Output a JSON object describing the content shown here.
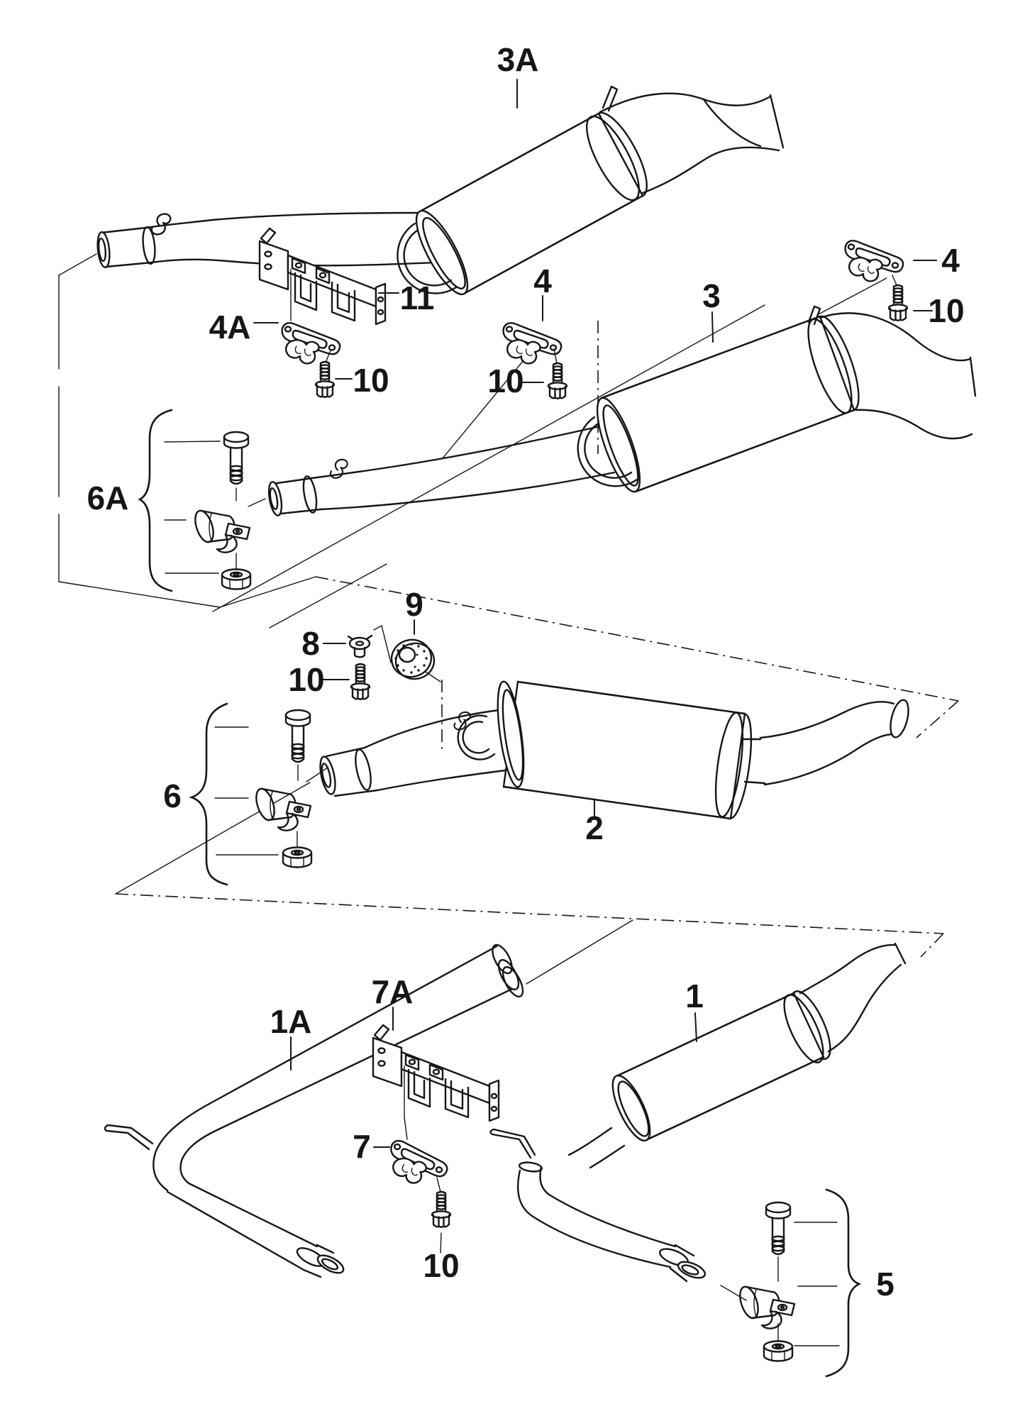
{
  "diagram": {
    "figure_type": "exploded-exhaust-system-parts-diagram",
    "colors": {
      "ink": "#161616",
      "paper": "#ffffff"
    },
    "labels": [
      {
        "id": "label-3A",
        "text": "3A"
      },
      {
        "id": "label-11",
        "text": "11"
      },
      {
        "id": "label-4A",
        "text": "4A"
      },
      {
        "id": "label-10-topleft",
        "text": "10"
      },
      {
        "id": "label-4-middle",
        "text": "4"
      },
      {
        "id": "label-10-middle",
        "text": "10"
      },
      {
        "id": "label-3",
        "text": "3"
      },
      {
        "id": "label-4-right",
        "text": "4"
      },
      {
        "id": "label-10-right",
        "text": "10"
      },
      {
        "id": "label-6A",
        "text": "6A"
      },
      {
        "id": "label-8",
        "text": "8"
      },
      {
        "id": "label-9",
        "text": "9"
      },
      {
        "id": "label-10-center",
        "text": "10"
      },
      {
        "id": "label-6",
        "text": "6"
      },
      {
        "id": "label-2",
        "text": "2"
      },
      {
        "id": "label-1A",
        "text": "1A"
      },
      {
        "id": "label-7A",
        "text": "7A"
      },
      {
        "id": "label-1",
        "text": "1"
      },
      {
        "id": "label-7",
        "text": "7"
      },
      {
        "id": "label-10-bottom",
        "text": "10"
      },
      {
        "id": "label-5",
        "text": "5"
      }
    ]
  }
}
